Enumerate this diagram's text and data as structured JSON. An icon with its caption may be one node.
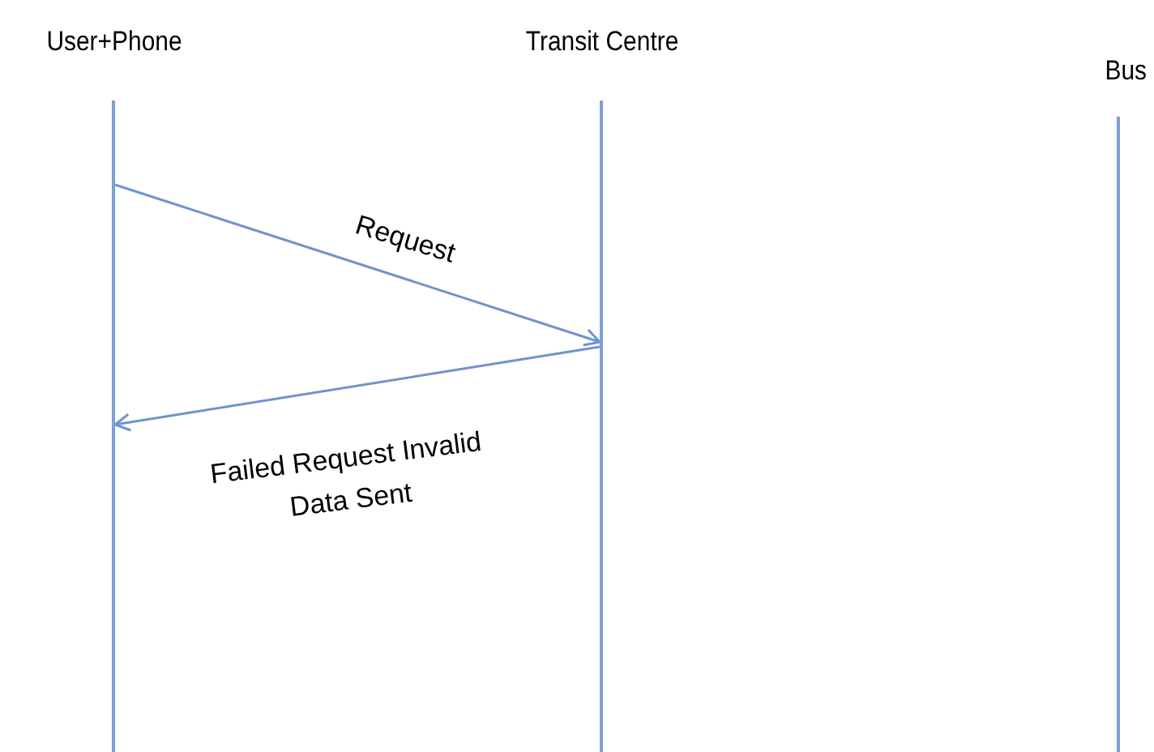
{
  "diagram": {
    "nodes": [
      {
        "text": [
          "User+Phone"
        ]
      },
      {
        "text": [
          "Transit Centre"
        ]
      },
      {
        "text": [
          "Bus"
        ]
      },
      {
        "text": [],
        "shape": "bar"
      },
      {
        "text": [],
        "shape": "bar"
      },
      {
        "text": [],
        "shape": "bar"
      }
    ],
    "edges": [
      {
        "from": 3,
        "to": 4,
        "arrow": "to",
        "label": "Request"
      },
      {
        "from": 4,
        "to": 3,
        "arrow": "to",
        "label": "Failed Request Invalid Data Sent"
      }
    ]
  }
}
